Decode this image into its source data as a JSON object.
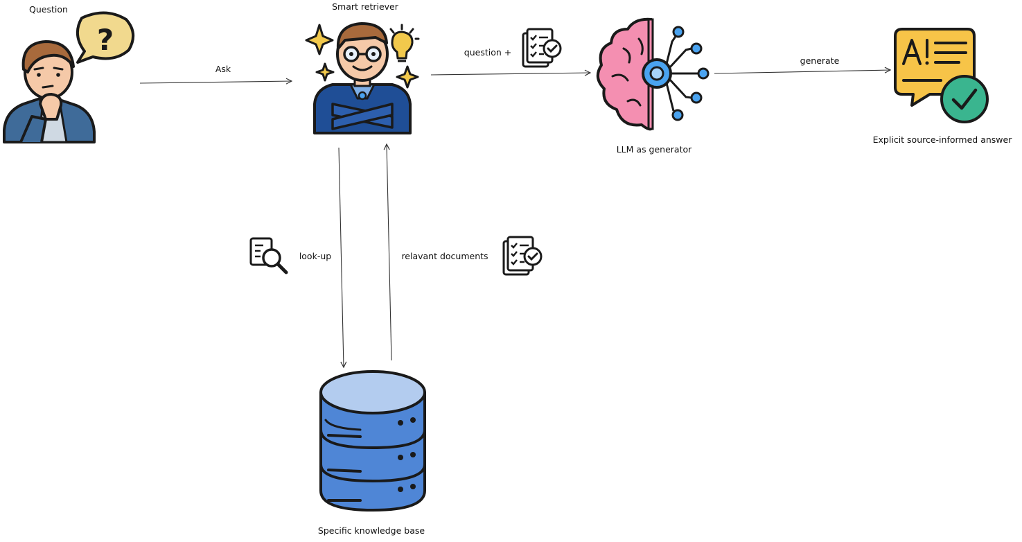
{
  "labels": {
    "question": "Question",
    "smart_retriever": "Smart retriever",
    "llm": "LLM as generator",
    "answer": "Explicit source-informed answer",
    "knowledge_base": "Specific knowledge base"
  },
  "edges": {
    "ask": "Ask",
    "question_plus": "question +",
    "generate": "generate",
    "lookup": "look-up",
    "relevant_documents": "relavant documents"
  },
  "icons": {
    "question_person": "thinking-person-icon",
    "retriever": "smart-retriever-person-icon",
    "brain": "ai-brain-icon",
    "answer": "verified-answer-icon",
    "database": "database-icon",
    "doc_check": "document-checklist-icon",
    "doc_search": "document-search-icon"
  },
  "colors": {
    "outline": "#1a1a1a",
    "skin": "#f5c9a8",
    "hair": "#a86a3c",
    "shirt": "#3f6b99",
    "suit": "#1f4e96",
    "bubble": "#f1d98e",
    "spark": "#f2c94c",
    "brain_pink": "#f48fb1",
    "circuit_blue": "#4aa3f0",
    "answer_yellow": "#f7c448",
    "check_green": "#3ab58f",
    "db_top": "#b3ccef",
    "db_body": "#4f86d6"
  }
}
